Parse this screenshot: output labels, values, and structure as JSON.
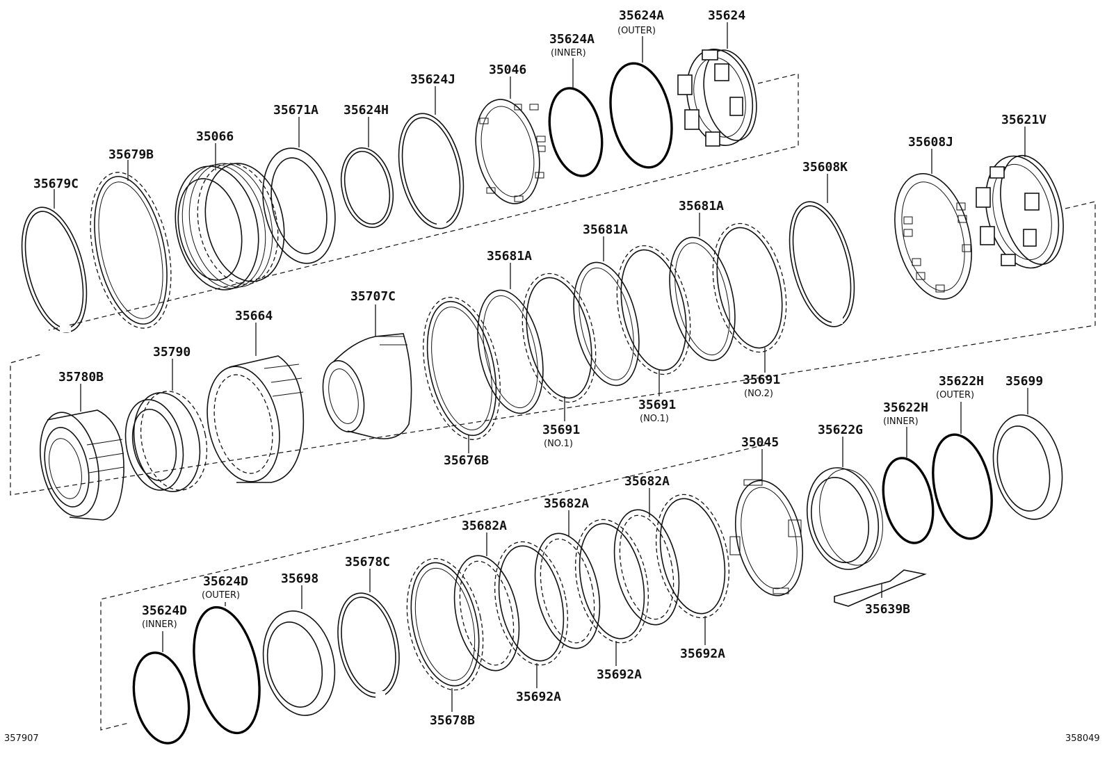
{
  "labels": [
    {
      "id": "35679C",
      "sub": ""
    },
    {
      "id": "35679B",
      "sub": ""
    },
    {
      "id": "35066",
      "sub": ""
    },
    {
      "id": "35671A",
      "sub": ""
    },
    {
      "id": "35624H",
      "sub": ""
    },
    {
      "id": "35624J",
      "sub": ""
    },
    {
      "id": "35046",
      "sub": ""
    },
    {
      "id": "35624A",
      "sub": "(INNER)"
    },
    {
      "id": "35624A",
      "sub": "(OUTER)"
    },
    {
      "id": "35624",
      "sub": ""
    },
    {
      "id": "35621V",
      "sub": ""
    },
    {
      "id": "35608J",
      "sub": ""
    },
    {
      "id": "35608K",
      "sub": ""
    },
    {
      "id": "35681A",
      "sub": ""
    },
    {
      "id": "35681A",
      "sub": ""
    },
    {
      "id": "35681A",
      "sub": ""
    },
    {
      "id": "35707C",
      "sub": ""
    },
    {
      "id": "35664",
      "sub": ""
    },
    {
      "id": "35790",
      "sub": ""
    },
    {
      "id": "35780B",
      "sub": ""
    },
    {
      "id": "35676B",
      "sub": ""
    },
    {
      "id": "35691",
      "sub": "(NO.1)"
    },
    {
      "id": "35691",
      "sub": "(NO.1)"
    },
    {
      "id": "35691",
      "sub": "(NO.2)"
    },
    {
      "id": "35622H",
      "sub": "(OUTER)"
    },
    {
      "id": "35699",
      "sub": ""
    },
    {
      "id": "35622H",
      "sub": "(INNER)"
    },
    {
      "id": "35622G",
      "sub": ""
    },
    {
      "id": "35045",
      "sub": ""
    },
    {
      "id": "35682A",
      "sub": ""
    },
    {
      "id": "35682A",
      "sub": ""
    },
    {
      "id": "35682A",
      "sub": ""
    },
    {
      "id": "35698",
      "sub": ""
    },
    {
      "id": "35678C",
      "sub": ""
    },
    {
      "id": "35624D",
      "sub": "(OUTER)"
    },
    {
      "id": "35624D",
      "sub": "(INNER)"
    },
    {
      "id": "35692A",
      "sub": ""
    },
    {
      "id": "35692A",
      "sub": ""
    },
    {
      "id": "35692A",
      "sub": ""
    },
    {
      "id": "35678B",
      "sub": ""
    },
    {
      "id": "35639B",
      "sub": ""
    }
  ],
  "footer": {
    "left_code": "357907",
    "right_code": "358049"
  }
}
